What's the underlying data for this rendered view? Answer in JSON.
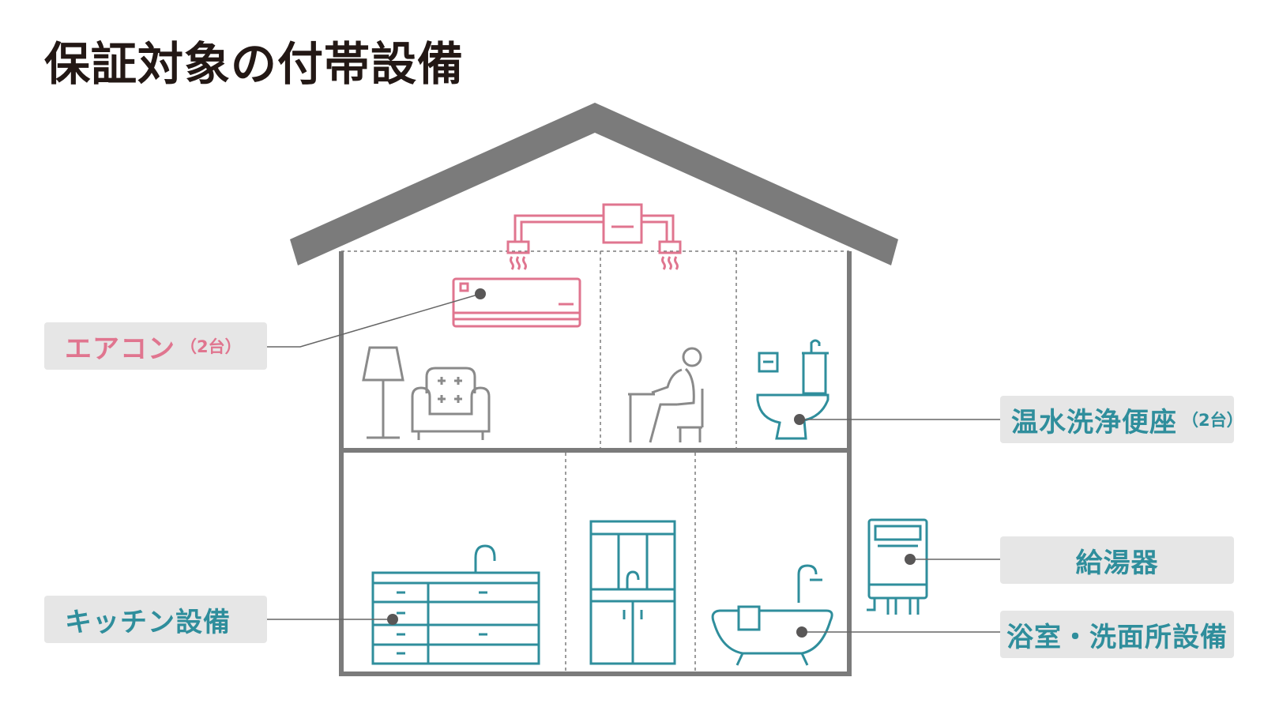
{
  "title": "保証対象の付帯設備",
  "labels": {
    "air_conditioner": {
      "name": "エアコン",
      "note": "（2台）"
    },
    "washlet": {
      "name": "温水洗浄便座",
      "note": "（2台）"
    },
    "kitchen": {
      "name": "キッチン設備"
    },
    "water_heater": {
      "name": "給湯器"
    },
    "bathroom": {
      "name": "浴室・洗面所設備"
    }
  },
  "colors": {
    "house": "#7b7b7b",
    "pink_accent": "#e0758f",
    "teal_accent": "#2f8e9c",
    "gray_icon": "#8a8a8a",
    "label_bg": "#e6e6e6",
    "title": "#231815"
  }
}
